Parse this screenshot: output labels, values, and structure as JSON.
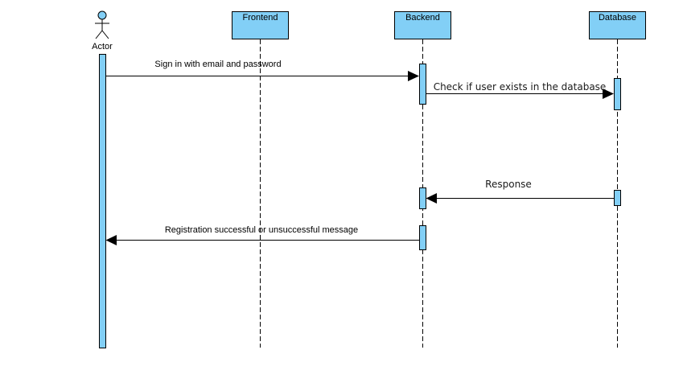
{
  "colors": {
    "participant_fill": "#82cff6",
    "stroke": "#000000",
    "background": "#ffffff"
  },
  "actor": {
    "label": "Actor",
    "icon": "stick-figure-icon"
  },
  "participants": [
    {
      "id": "frontend",
      "label": "Frontend"
    },
    {
      "id": "backend",
      "label": "Backend"
    },
    {
      "id": "database",
      "label": "Database"
    }
  ],
  "messages": [
    {
      "from": "actor",
      "to": "backend",
      "label": "Sign in with email and password"
    },
    {
      "from": "backend",
      "to": "database",
      "label": "Check if user exists in the database"
    },
    {
      "from": "database",
      "to": "backend",
      "label": "Response"
    },
    {
      "from": "backend",
      "to": "actor",
      "label": "Registration successful or unsuccessful message"
    }
  ]
}
